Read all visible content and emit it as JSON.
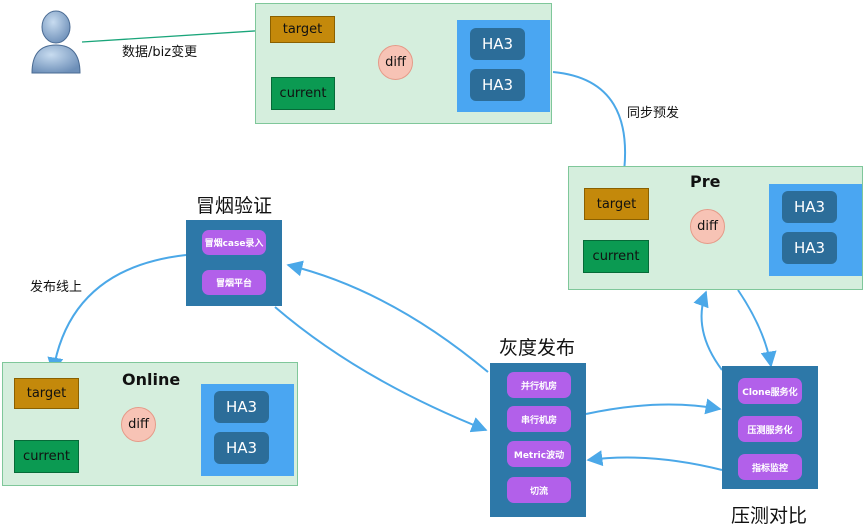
{
  "user_label": "数据/biz变更",
  "dev_env": {
    "target": "target",
    "current": "current",
    "diff": "diff",
    "ha": [
      "HA3",
      "HA3"
    ]
  },
  "sync_label": "同步预发",
  "pre_env": {
    "title": "Pre",
    "target": "target",
    "current": "current",
    "diff": "diff",
    "ha": [
      "HA3",
      "HA3"
    ]
  },
  "smoke": {
    "title": "冒烟验证",
    "items": [
      "冒烟case录入",
      "冒烟平台"
    ]
  },
  "release_label": "发布线上",
  "online_env": {
    "title": "Online",
    "target": "target",
    "current": "current",
    "diff": "diff",
    "ha": [
      "HA3",
      "HA3"
    ]
  },
  "gray": {
    "title": "灰度发布",
    "items": [
      "并行机房",
      "串行机房",
      "Metric波动",
      "切流"
    ]
  },
  "stress": {
    "title": "压测对比",
    "items": [
      "Clone服务化",
      "压测服务化",
      "指标监控"
    ]
  },
  "colors": {
    "env_bg": "#d5eedd",
    "target": "#c4890b",
    "current": "#0b9a52",
    "diff": "#f7c3b5",
    "ha_outer": "#4aa6f2",
    "ha_inner": "#2c6d99",
    "panel": "#2d78a8",
    "pill": "#b260ea",
    "green_arrow": "#1aa57a",
    "blue_arrow": "#4ba8e8"
  }
}
